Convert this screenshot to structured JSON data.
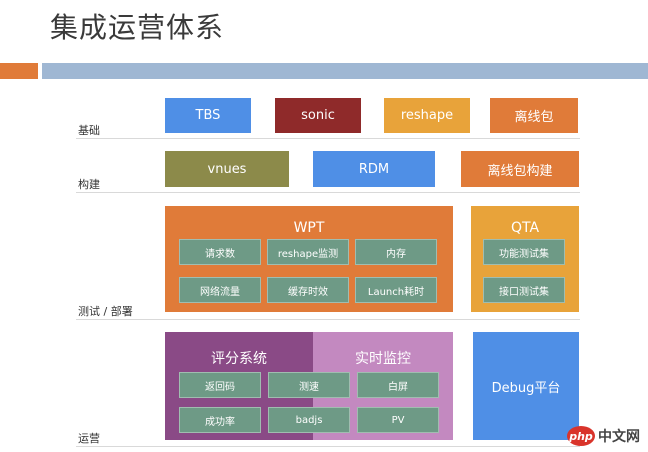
{
  "title": "集成运营体系",
  "rows": {
    "foundation": "基础",
    "build": "构建",
    "test_deploy": "测试 / 部署",
    "operations": "运营"
  },
  "foundation_boxes": [
    {
      "label": "TBS",
      "color": "#4f8fe6"
    },
    {
      "label": "sonic",
      "color": "#8f2a2a"
    },
    {
      "label": "reshape",
      "color": "#e8a33a"
    },
    {
      "label": "离线包",
      "color": "#e07b39"
    }
  ],
  "build_boxes": [
    {
      "label": "vnues",
      "color": "#8c8a4a"
    },
    {
      "label": "RDM",
      "color": "#4f8fe6"
    },
    {
      "label": "离线包构建",
      "color": "#e07b39"
    }
  ],
  "wpt": {
    "title": "WPT",
    "items": [
      "请求数",
      "reshape监测",
      "内存",
      "网络流量",
      "缓存时效",
      "Launch耗时"
    ]
  },
  "qta": {
    "title": "QTA",
    "items": [
      "功能测试集",
      "接口测试集"
    ]
  },
  "scoring": {
    "title": "评分系统"
  },
  "monitor": {
    "title": "实时监控"
  },
  "ops_items": [
    "返回码",
    "测速",
    "白屏",
    "成功率",
    "badjs",
    "PV"
  ],
  "debug": {
    "label": "Debug平台"
  },
  "watermark": {
    "badge": "php",
    "text": "中文网"
  }
}
